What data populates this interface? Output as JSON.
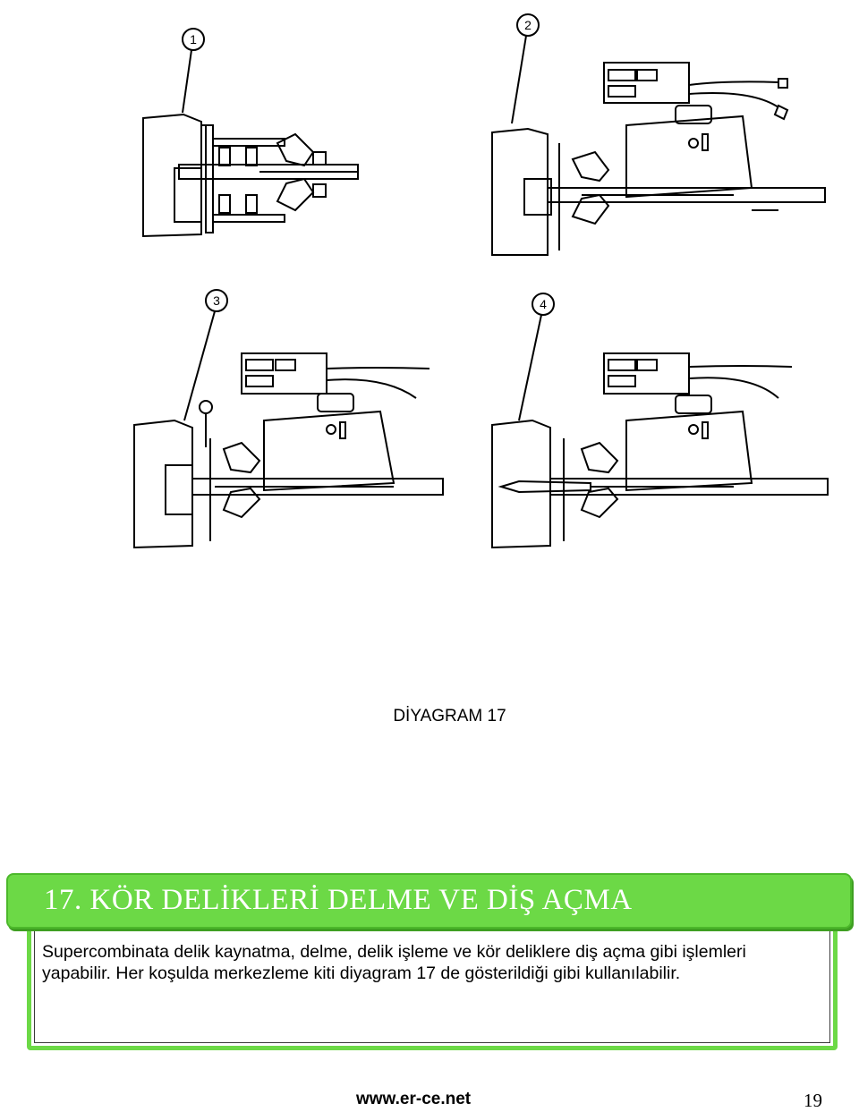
{
  "figures": [
    {
      "number": "1"
    },
    {
      "number": "2"
    },
    {
      "number": "3"
    },
    {
      "number": "4"
    }
  ],
  "caption": "DİYAGRAM 17",
  "section": {
    "title": "17. KÖR DELİKLERİ DELME VE DİŞ AÇMA",
    "body_line1": "Supercombinata delik kaynatma, delme, delik işleme ve kör deliklere diş açma gibi işlemleri",
    "body_line2": "yapabilir. Her koşulda merkezleme kiti diyagram 17 de gösterildiği gibi kullanılabilir."
  },
  "footer": {
    "url": "www.er-ce.net",
    "page": "19"
  },
  "colors": {
    "header_green": "#6cd946",
    "header_text": "#ffffff"
  }
}
